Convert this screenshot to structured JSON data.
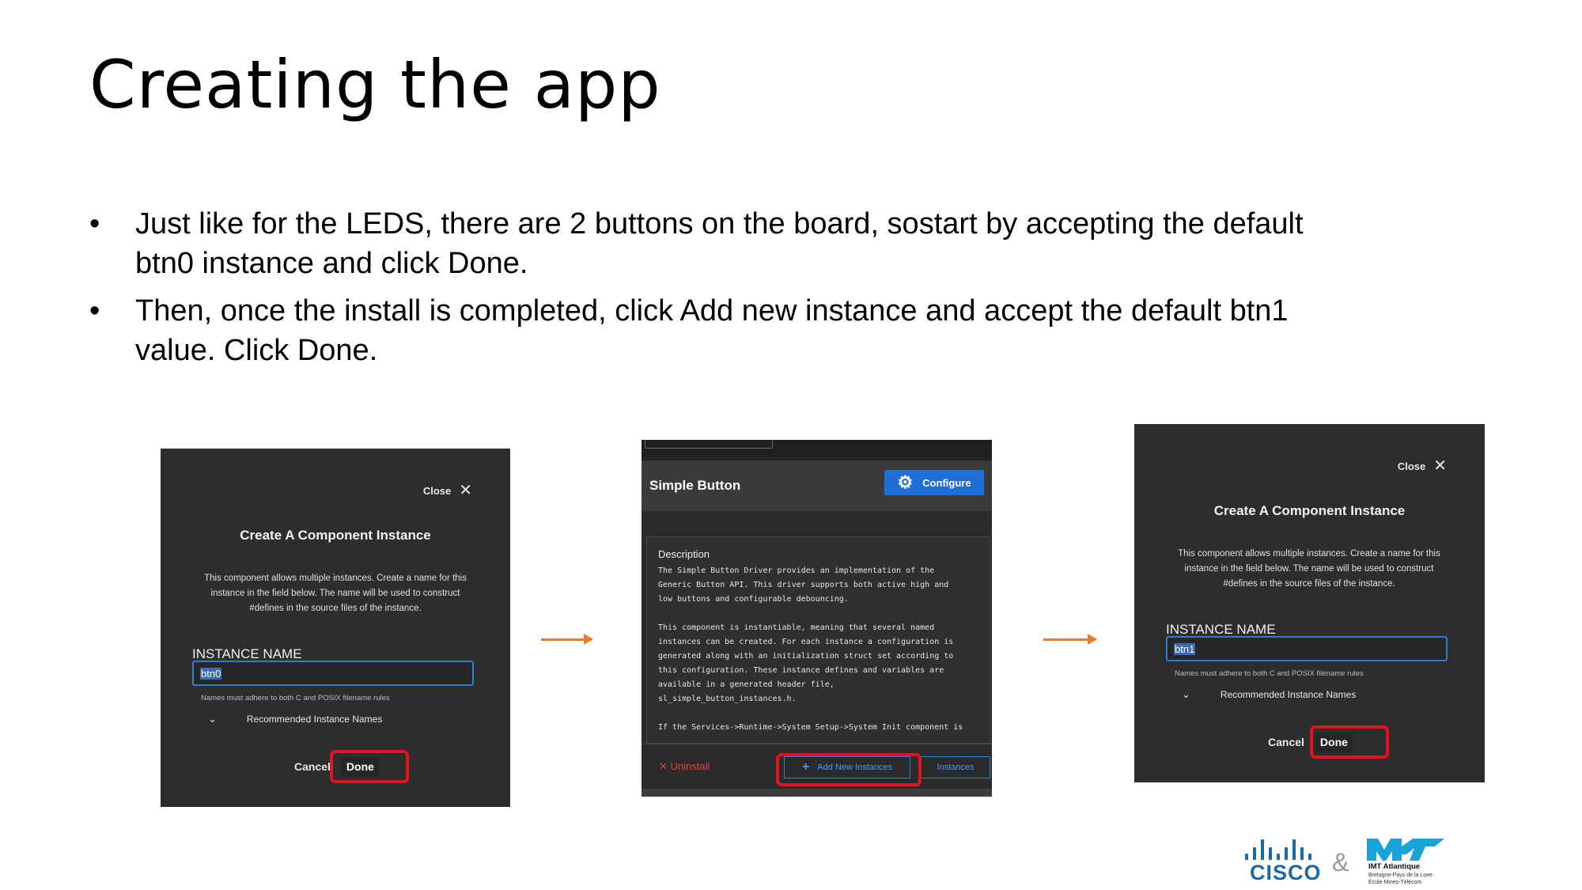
{
  "slide": {
    "title": "Creating the app",
    "bullets": [
      "Just like for the LEDS, there are 2 buttons on the board, sostart by accepting the default btn0 instance and click Done.",
      "Then, once the install is completed, click Add new instance and accept the default btn1 value. Click Done."
    ]
  },
  "dialog1": {
    "close_label": "Close",
    "title": "Create A Component Instance",
    "description": "This component allows multiple instances. Create a name for this instance in the field below. The name will be used to construct #defines in the source files of the instance.",
    "field_label": "INSTANCE NAME",
    "field_value": "btn0",
    "hint": "Names must adhere to both C and POSIX filename rules",
    "recommended_label": "Recommended Instance Names",
    "cancel_label": "Cancel",
    "done_label": "Done"
  },
  "component": {
    "title": "Simple Button",
    "configure_label": "Configure",
    "description_heading": "Description",
    "description_text": "The Simple Button Driver provides an implementation of the\nGeneric Button API. This driver supports both active high and\nlow buttons and configurable debouncing.\n\nThis component is instantiable, meaning that several named\ninstances can be created. For each instance a configuration is\ngenerated along with an initialization struct set according to\nthis configuration. These instance defines and variables are\navailable in a generated header file,\nsl_simple_button_instances.h.\n\nIf the Services->Runtime->System Setup->System Init component is",
    "uninstall_label": "Uninstall",
    "add_instances_label": "Add New Instances",
    "instances_label": "Instances"
  },
  "dialog2": {
    "close_label": "Close",
    "title": "Create A Component Instance",
    "description": "This component allows multiple instances. Create a name for this instance in the field below. The name will be used to construct #defines in the source files of the instance.",
    "field_label": "INSTANCE NAME",
    "field_value": "btn1",
    "hint": "Names must adhere to both C and POSIX filename rules",
    "recommended_label": "Recommended Instance Names",
    "cancel_label": "Cancel",
    "done_label": "Done"
  },
  "logos": {
    "cisco": "CISCO",
    "ampersand": "&",
    "imt_name": "IMT Atlantique",
    "imt_sub1": "Bretagne-Pays de la Loire",
    "imt_sub2": "École Mines-Télécom"
  },
  "colors": {
    "highlight": "#e0141e",
    "arrow": "#ec7a2b",
    "accent": "#1f6fd6",
    "cisco": "#1b6aa5",
    "imt": "#1aa3d8"
  },
  "icons": [
    "close-icon",
    "chevron-down-icon",
    "gear-icon",
    "plus-icon",
    "x-icon",
    "arrow-right-icon"
  ]
}
